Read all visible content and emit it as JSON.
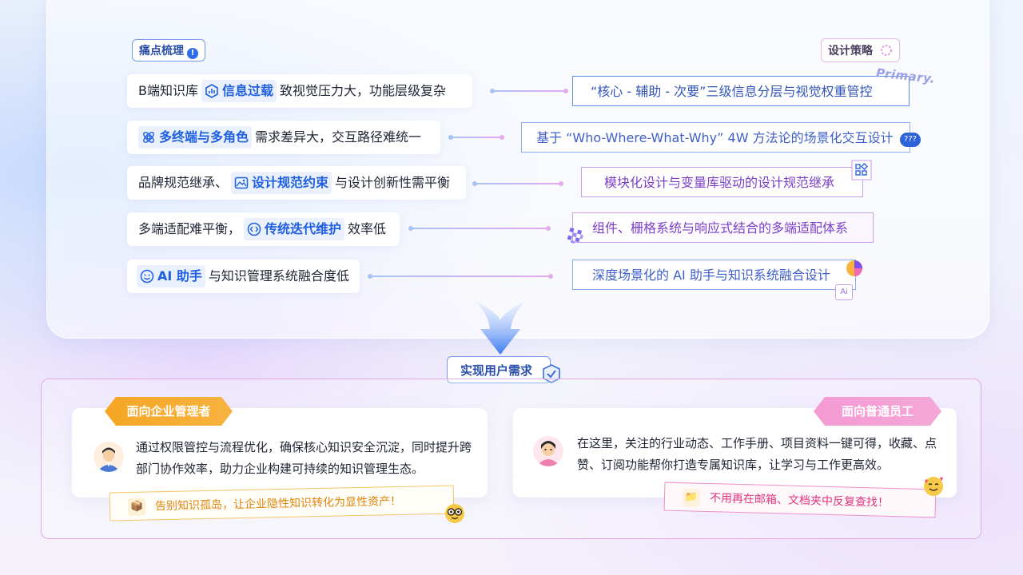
{
  "colors": {
    "accent_blue": "#2f6ee8",
    "accent_purple": "#7a3fc6",
    "orange": "#f5a623",
    "pink": "#f59ad4"
  },
  "top": {
    "pain_tag": "痛点梳理",
    "pain_tag_icon": "info-icon",
    "strategy_tag": "设计策略",
    "strategy_tag_icon": "spinner-icon",
    "primary_word": "Primary.",
    "bubble_text": "???",
    "pain_points": [
      {
        "before": "B端知识库",
        "icon": "hexagon-chart-icon",
        "highlight": "信息过载",
        "after": "致视觉压力大，功能层级复杂"
      },
      {
        "before": "",
        "icon": "network-icon",
        "highlight": "多终端与多角色",
        "after": "需求差异大，交互路径难统一"
      },
      {
        "before": "品牌规范继承、",
        "icon": "image-icon",
        "highlight": "设计规范约束",
        "after": "与设计创新性需平衡"
      },
      {
        "before": "多端适配难平衡，",
        "icon": "code-icon",
        "highlight": "传统迭代维护",
        "after": "效率低"
      },
      {
        "before": "",
        "icon": "smile-icon",
        "highlight": "AI 助手",
        "after": "与知识管理系统融合度低"
      }
    ],
    "strategies": [
      "“核心 - 辅助 - 次要”三级信息分层与视觉权重管控",
      "基于 “Who-Where-What-Why” 4W 方法论的场景化交互设计",
      "模块化设计与变量库驱动的设计规范继承",
      "组件、栅格系统与响应式结合的多端适配体系",
      "深度场景化的 AI 助手与知识系统融合设计"
    ]
  },
  "need_button": "实现用户需求",
  "managers": {
    "ribbon": "面向企业管理者",
    "text": "通过权限管控与流程优化，确保核心知识安全沉淀，同时提升跨部门协作效率，助力企业构建可持续的知识管理生态。",
    "note": "告别知识孤岛，让企业隐性知识转化为显性资产！"
  },
  "employees": {
    "ribbon": "面向普通员工",
    "text": "在这里，关注的行业动态、工作手册、项目资料一键可得，收藏、点赞、订阅功能帮你打造专属知识库，让学习与工作更高效。",
    "note": "不用再在邮箱、文档夹中反复查找！"
  }
}
